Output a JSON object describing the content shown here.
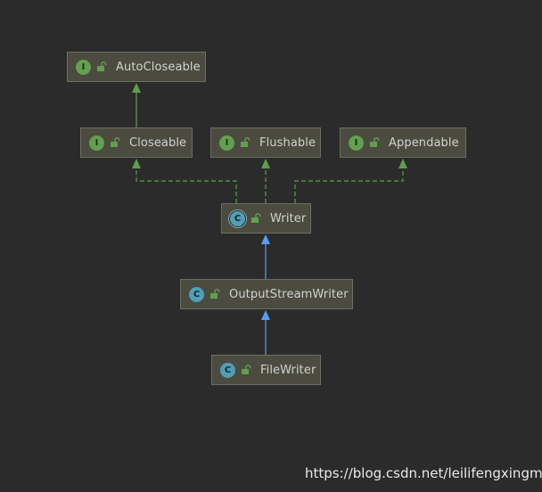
{
  "diagram": {
    "nodes": {
      "autocloseable": {
        "kind": "I",
        "label": "AutoCloseable"
      },
      "closeable": {
        "kind": "I",
        "label": "Closeable"
      },
      "flushable": {
        "kind": "I",
        "label": "Flushable"
      },
      "appendable": {
        "kind": "I",
        "label": "Appendable"
      },
      "writer": {
        "kind": "C",
        "label": "Writer"
      },
      "outputstreamwriter": {
        "kind": "C",
        "label": "OutputStreamWriter"
      },
      "filewriter": {
        "kind": "C",
        "label": "FileWriter"
      }
    },
    "edges": [
      {
        "from": "closeable",
        "to": "autocloseable",
        "relation": "extends"
      },
      {
        "from": "writer",
        "to": "closeable",
        "relation": "implements"
      },
      {
        "from": "writer",
        "to": "flushable",
        "relation": "implements"
      },
      {
        "from": "writer",
        "to": "appendable",
        "relation": "implements"
      },
      {
        "from": "outputstreamwriter",
        "to": "writer",
        "relation": "extends"
      },
      {
        "from": "filewriter",
        "to": "outputstreamwriter",
        "relation": "extends"
      }
    ],
    "colors": {
      "background": "#2b2b2b",
      "node_fill": "#4b4b40",
      "interface_extends": "#5f9e4c",
      "class_extends": "#589df6"
    }
  },
  "watermark": "https://blog.csdn.net/leilifengxingmw"
}
